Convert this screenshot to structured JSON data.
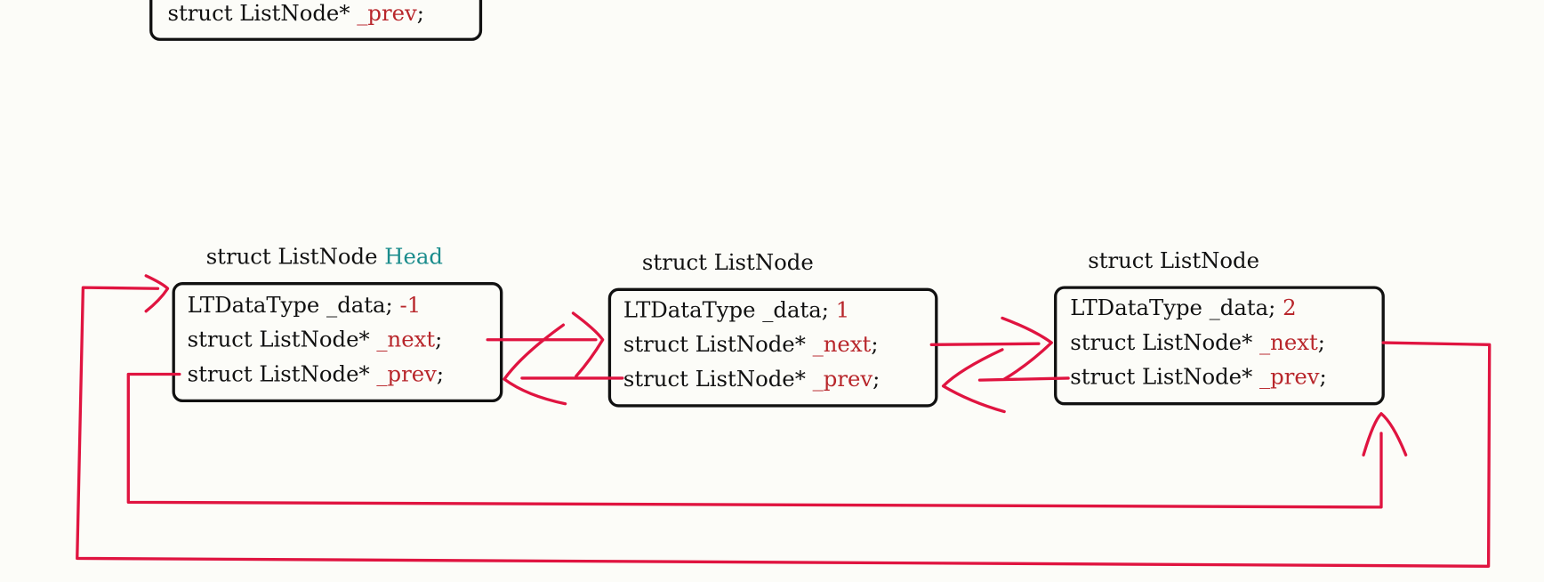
{
  "colors": {
    "pointer_arrow": "#e01440",
    "field_name": "#b8262b",
    "head_label": "#1a8c8c",
    "box_border": "#111111",
    "background": "#fcfcf8"
  },
  "top_fragment": {
    "type": "struct ListNode*",
    "field": "_prev",
    "semi": ";"
  },
  "nodes": [
    {
      "label": "struct ListNode",
      "label_suffix": "Head",
      "data_decl": "LTDataType _data;",
      "data_value": "-1",
      "next_type": "struct ListNode*",
      "next_field": "_next",
      "prev_type": "struct ListNode*",
      "prev_field": "_prev",
      "semi": ";"
    },
    {
      "label": "struct ListNode",
      "label_suffix": "",
      "data_decl": "LTDataType _data;",
      "data_value": "1",
      "next_type": "struct ListNode*",
      "next_field": "_next",
      "prev_type": "struct ListNode*",
      "prev_field": "_prev",
      "semi": ";"
    },
    {
      "label": "struct ListNode",
      "label_suffix": "",
      "data_decl": "LTDataType _data;",
      "data_value": "2",
      "next_type": "struct ListNode*",
      "next_field": "_next",
      "prev_type": "struct ListNode*",
      "prev_field": "_prev",
      "semi": ";"
    }
  ]
}
